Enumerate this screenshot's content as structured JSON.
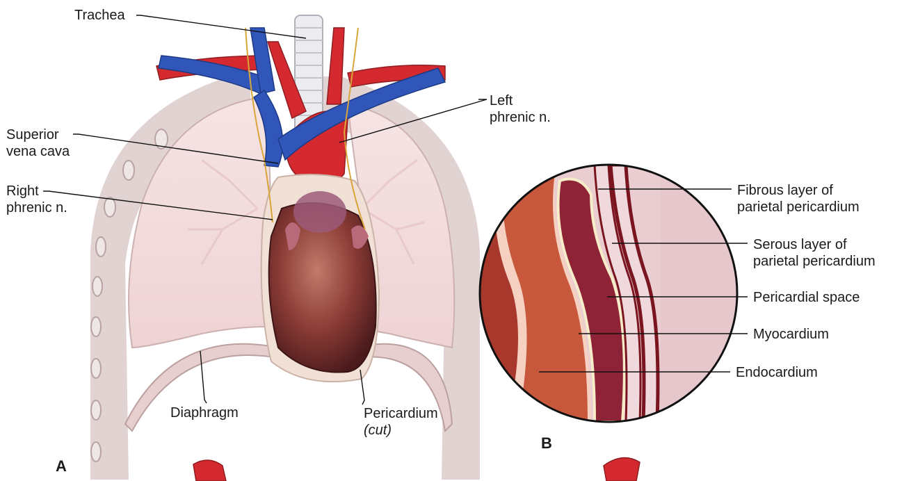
{
  "labels": {
    "trachea": "Trachea",
    "left_phrenic_1": "Left",
    "left_phrenic_2": "phrenic n.",
    "svc_1": "Superior",
    "svc_2": "vena cava",
    "right_phrenic_1": "Right",
    "right_phrenic_2": "phrenic n.",
    "diaphragm": "Diaphragm",
    "pericardium_1": "Pericardium",
    "pericardium_2": "(cut)",
    "fibrous_1": "Fibrous layer of",
    "fibrous_2": "parietal pericardium",
    "serous_1": "Serous layer of",
    "serous_2": "parietal pericardium",
    "pericardial_space": "Pericardial space",
    "myocardium": "Myocardium",
    "endocardium": "Endocardium"
  },
  "panels": {
    "a": "A",
    "b": "B"
  },
  "colors": {
    "artery": "#d42a2f",
    "vein": "#2f56b8",
    "lung": "#f3dcdc",
    "ribcage": "#cdb7b7",
    "heart": "#8a3b35",
    "myocardium": "#c7583c",
    "pericardial_space": "#8e2236",
    "nerve": "#d9a53a"
  }
}
